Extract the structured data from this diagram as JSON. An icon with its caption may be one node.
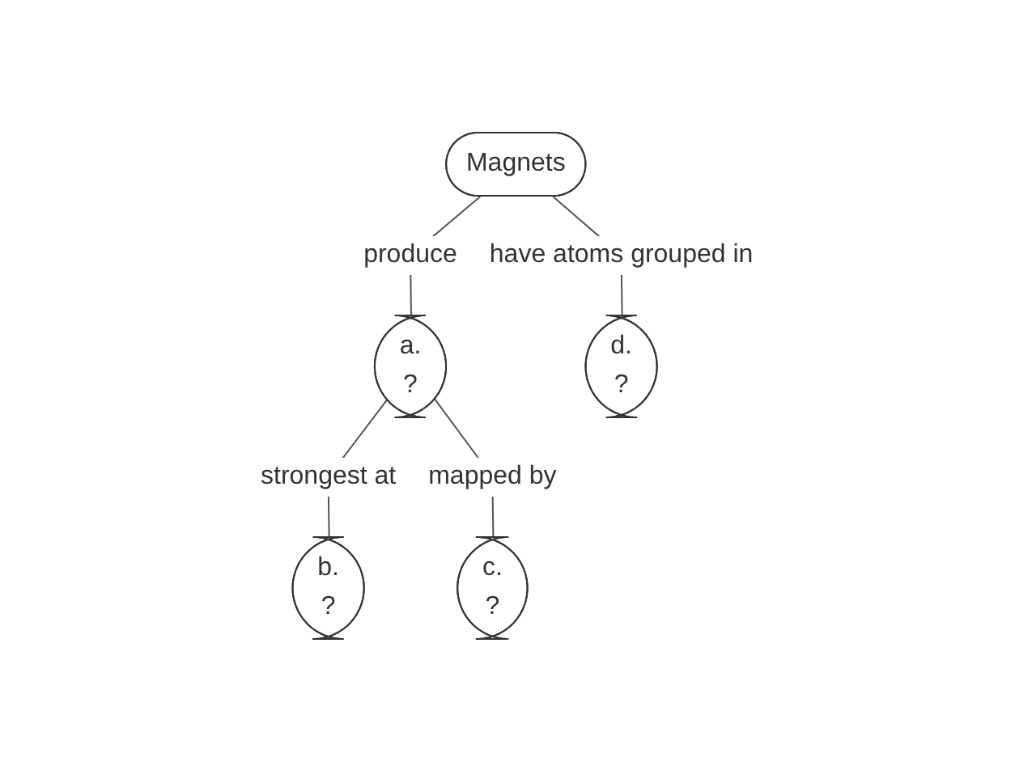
{
  "diagram": {
    "nodes": [
      {
        "text": [
          "Magnets"
        ]
      },
      {
        "text": [
          "a.",
          "?"
        ]
      },
      {
        "text": [
          "b.",
          "?"
        ]
      },
      {
        "text": [
          "c.",
          "?"
        ]
      },
      {
        "text": [
          "d.",
          "?"
        ]
      }
    ],
    "edges": [
      {
        "from": 0,
        "to": 1,
        "label": "produce",
        "arrow": "none"
      },
      {
        "from": 0,
        "to": 4,
        "label": "have atoms grouped in",
        "arrow": "none"
      },
      {
        "from": 1,
        "to": 2,
        "label": "strongest at",
        "arrow": "none"
      },
      {
        "from": 1,
        "to": 3,
        "label": "mapped by",
        "arrow": "none"
      }
    ]
  }
}
